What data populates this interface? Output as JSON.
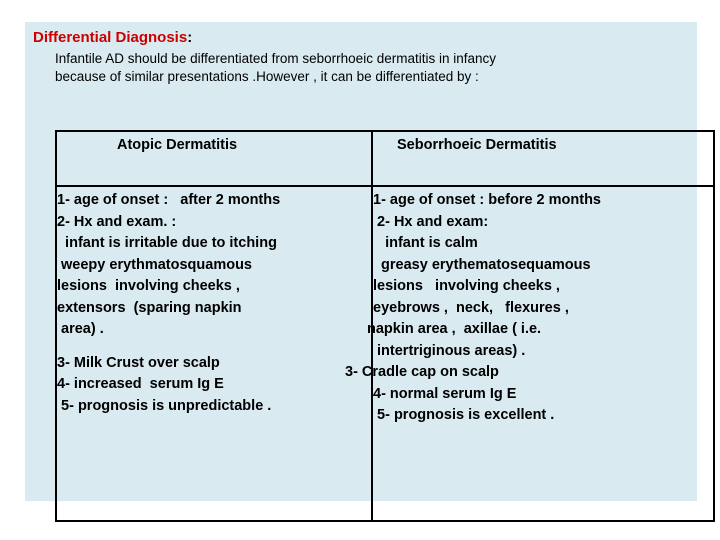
{
  "colors": {
    "panel_background": "#d9eaf1",
    "title_red": "#cc0000",
    "text_black": "#000000",
    "border_black": "#000000",
    "page_background": "#ffffff"
  },
  "heading": {
    "title": "Differential Diagnosis",
    "title_colon": ":",
    "body_lines": [
      "Infantile AD should be differentiated from seborrhoeic dermatitis in infancy",
      "because of similar presentations  .However , it can be differentiated by :"
    ]
  },
  "table": {
    "headers": {
      "left": "Atopic Dermatitis",
      "right": "Seborrhoeic Dermatitis"
    },
    "left_column_lines": [
      "1- age of onset :   after 2 months",
      "2- Hx and exam. :",
      "  infant is irritable due to itching",
      " weepy erythmatosquamous",
      "lesions  involving cheeks ,",
      "extensors  (sparing napkin",
      " area) .",
      "",
      "3- Milk Crust over scalp",
      "4- increased  serum Ig E",
      " 5- prognosis is unpredictable ."
    ],
    "right_column_lines": [
      "1- age of onset : before 2 months",
      " 2- Hx and exam:",
      "   infant is calm",
      "  greasy erythematosequamous",
      "lesions   involving cheeks ,",
      "eyebrows ,  neck,   flexures ,",
      "napkin area ,  axillae ( i.e.",
      " intertriginous areas) .",
      "3- Cradle cap on scalp",
      "4- normal serum Ig E",
      " 5- prognosis is excellent ."
    ]
  }
}
